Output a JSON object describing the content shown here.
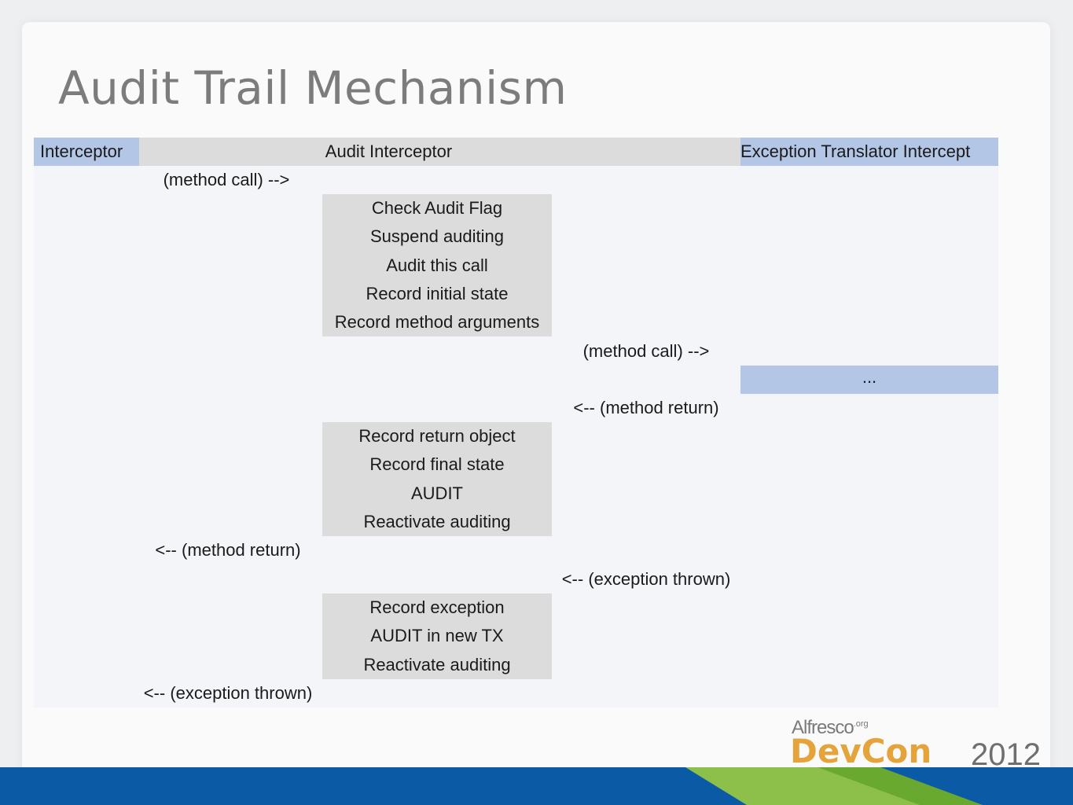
{
  "slide": {
    "title": "Audit Trail Mechanism"
  },
  "table": {
    "headers": {
      "col1": "Interceptor",
      "col2": "Audit Interceptor",
      "col3": "Exception Translator Intercept"
    },
    "flow": {
      "method_call_1": "(method call) -->",
      "box1": [
        "Check Audit Flag",
        "Suspend auditing",
        "Audit this call",
        "Record initial state",
        "Record method arguments"
      ],
      "method_call_2": "(method call) -->",
      "ellipsis": "...",
      "method_return_1": "<-- (method return)",
      "box2": [
        "Record return object",
        "Record final state",
        "AUDIT",
        "Reactivate auditing"
      ],
      "method_return_2": "<-- (method return)",
      "exception_thrown_1": "<-- (exception thrown)",
      "box3": [
        "Record exception",
        "AUDIT in new TX",
        "Reactivate auditing"
      ],
      "exception_thrown_2": "<-- (exception thrown)"
    }
  },
  "logo": {
    "brand": "Alfresco",
    "brand_suffix": ".org",
    "event": "DevCon",
    "year": "2012"
  },
  "colors": {
    "header_blue": "#b4c6e6",
    "header_gray": "#dcdcdd",
    "footer_blue": "#0b5aa6",
    "footer_green": "#8cc04a",
    "logo_orange": "#e5a33b"
  }
}
